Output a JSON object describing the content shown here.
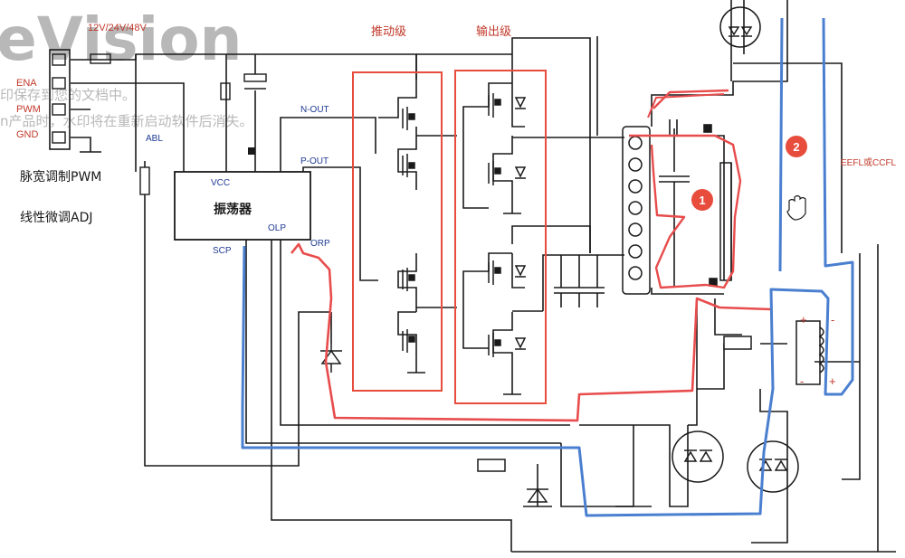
{
  "watermark": {
    "brand": "eVision",
    "line1": "印保存到您的文档中。",
    "line2": "n产品时，水印将在重新启动软件后消失。"
  },
  "header": {
    "voltage_label": "12V/24V/48V"
  },
  "connector": {
    "pins": [
      "ENA",
      "PWM",
      "GND"
    ]
  },
  "left_notes": {
    "pwm": "脉宽调制PWM",
    "adj": "线性微调ADJ"
  },
  "ic": {
    "title": "振荡器",
    "pins": {
      "vcc": "VCC",
      "scp": "SCP",
      "olp": "OLP",
      "orp": "ORP",
      "abl": "ABL",
      "n_out": "N-OUT",
      "p_out": "P-OUT"
    }
  },
  "stages": {
    "driver": "推动级",
    "output": "输出级"
  },
  "lamp_label": "EEFL或CCFL",
  "markers": {
    "m1": "1",
    "m2": "2"
  },
  "transformer_polarity": {
    "plus_top": "+",
    "minus_top": "-",
    "plus_bottom": "+",
    "minus_bottom": "-"
  },
  "colors": {
    "wire": "#1a1a1a",
    "label_red": "#c0392b",
    "label_blue": "#1f3a93",
    "stage_box": "#e74c3c",
    "path_red": "#e84c4c",
    "path_blue": "#4a7fd0",
    "marker_fill": "#e74c3c"
  }
}
